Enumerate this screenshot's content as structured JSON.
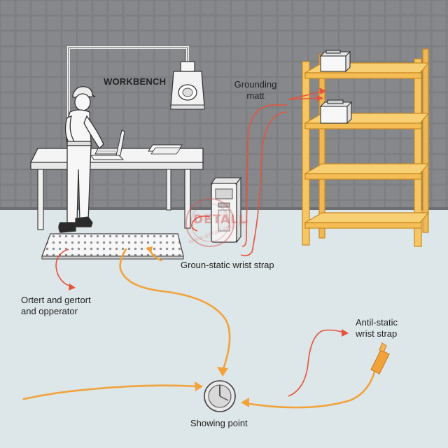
{
  "labels": {
    "workbench": "WORKBENCH",
    "grounding_mat_line1": "Grounding",
    "grounding_mat_line2": "matt",
    "ground_static_wrist_strap": "Groun-static wrist strap",
    "operator_line1": "Ortert and gertort",
    "operator_line2": "and opperator",
    "anti_static_line1": "Antil-static",
    "anti_static_line2": "wrist strap",
    "showing_point": "Showing point"
  },
  "watermark": {
    "text": "DETALL",
    "url": "www.detail-esd.com"
  },
  "colors": {
    "wall": "#7a7c80",
    "tile_grout": "#b8babd",
    "floor": "#dde6e8",
    "shelf": "#f5c15c",
    "shelf_edge": "#d99a2b",
    "orange_wire": "#f2a23a",
    "red_wire": "#e5533c",
    "outline": "#333333"
  },
  "icons": [
    "operator-figure",
    "laptop-icon",
    "lamp-icon",
    "grounding-mat-icon",
    "ground-unit-icon",
    "ground-point-icon",
    "wrist-strap-plug-icon",
    "shelf-rack-icon",
    "component-box-icon"
  ]
}
